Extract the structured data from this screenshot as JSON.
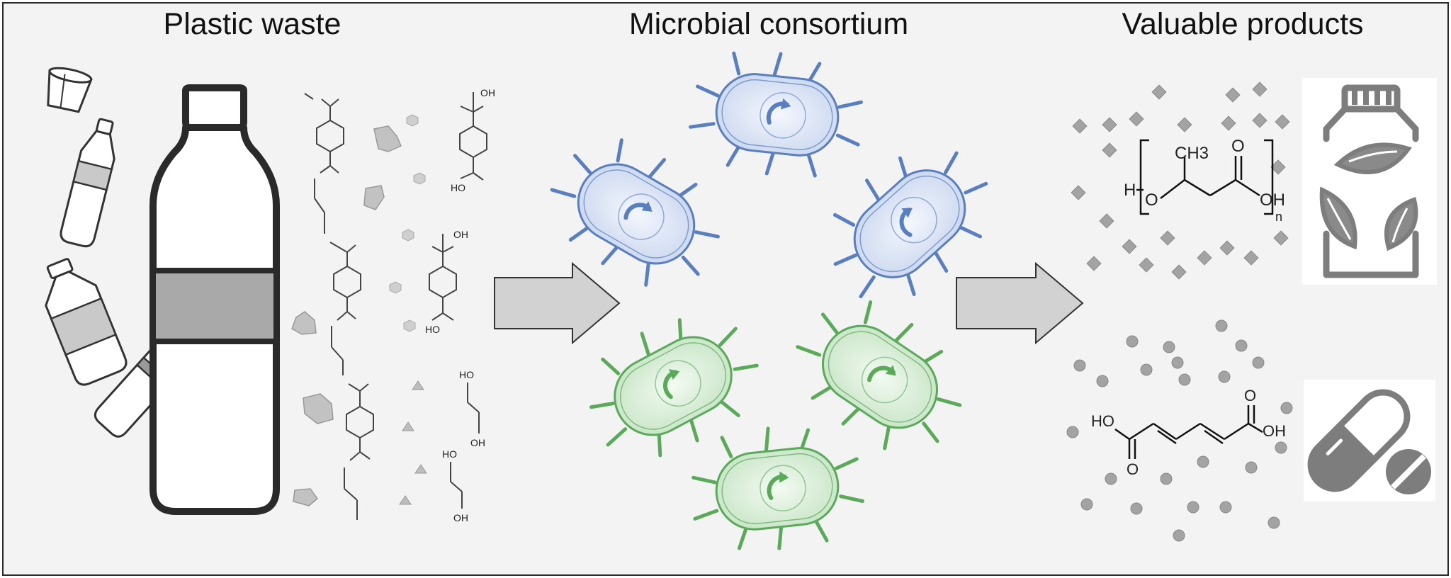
{
  "titles": {
    "plastic": "Plastic waste",
    "consortium": "Microbial consortium",
    "products": "Valuable products"
  },
  "colors": {
    "background": "#f3f3f3",
    "bacteria_blue": "#5a7fc0",
    "bacteria_green": "#5aaa5a",
    "arrow_fill": "#d2d2d2",
    "particle_gray": "#a0a0a0"
  },
  "phb_formula": {
    "h": "H",
    "o": "O",
    "ch3": "CH3",
    "oh": "OH",
    "n": "n"
  },
  "acid_formula": {
    "ho": "HO",
    "oh": "OH",
    "o": "O"
  },
  "pet_fragment_labels": {
    "oh": "OH",
    "ho": "HO"
  },
  "icons": [
    "plastic-cup-icon",
    "plastic-bottle-icon",
    "leaf-recycle-jar-icon",
    "pill-capsule-icon"
  ]
}
